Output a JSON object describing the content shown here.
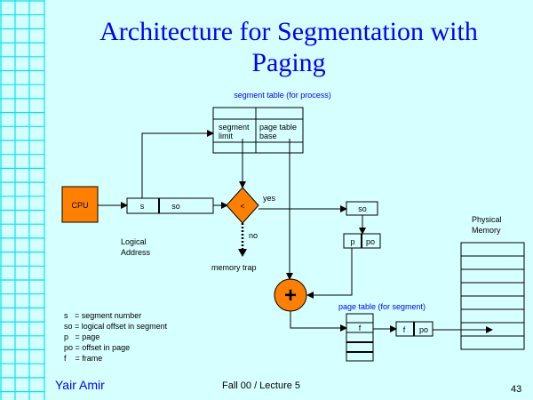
{
  "slide": {
    "title_line1": "Architecture for Segmentation with",
    "title_line2": "Paging",
    "footer_author": "Yair Amir",
    "footer_course": "Fall 00 / Lecture 5",
    "page_number": "43"
  },
  "diagram": {
    "cpu_label": "CPU",
    "logical_address": {
      "s": "s",
      "so": "so",
      "label_line1": "Logical",
      "label_line2": "Address"
    },
    "segment_table": {
      "title": "segment table (for process)",
      "col1_line1": "segment",
      "col1_line2": "limit",
      "col2_line1": "page table",
      "col2_line2": "base"
    },
    "comparator": {
      "symbol": "<",
      "yes_label": "yes",
      "no_label": "no",
      "trap_label": "memory trap"
    },
    "so_box": "so",
    "p_po_box": {
      "p": "p",
      "po": "po"
    },
    "adder_symbol": "+",
    "page_table": {
      "title": "page table (for segment)",
      "entry": "f"
    },
    "physical_address": {
      "f": "f",
      "po": "po"
    },
    "physical_memory": {
      "label_line1": "Physical",
      "label_line2": "Memory"
    },
    "legend": [
      "s   = segment number",
      "so = logical offset in segment",
      "p   = page",
      "po = offset in page",
      "f    = frame"
    ]
  },
  "colors": {
    "background": "#d6ffff",
    "grid": "#00e5f0",
    "orange": "#ff8000",
    "blue": "#0000ff"
  }
}
